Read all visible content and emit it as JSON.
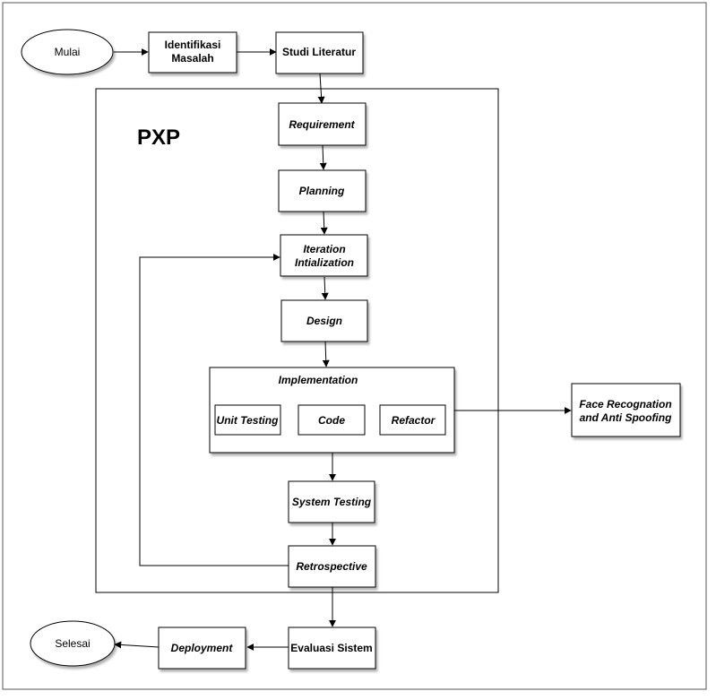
{
  "diagram": {
    "title": "PXP",
    "nodes": {
      "start": "Mulai",
      "identify_line1": "Identifikasi",
      "identify_line2": "Masalah",
      "literature": "Studi Literatur",
      "requirement": "Requirement",
      "planning": "Planning",
      "iteration_line1": "Iteration",
      "iteration_line2": "Intialization",
      "design": "Design",
      "implementation": "Implementation",
      "unit_testing": "Unit Testing",
      "code": "Code",
      "refactor": "Refactor",
      "system_testing": "System Testing",
      "retrospective": "Retrospective",
      "evaluation": "Evaluasi Sistem",
      "deployment": "Deployment",
      "end": "Selesai",
      "output_line1": "Face Recognation",
      "output_line2": "and Anti Spoofing"
    }
  }
}
